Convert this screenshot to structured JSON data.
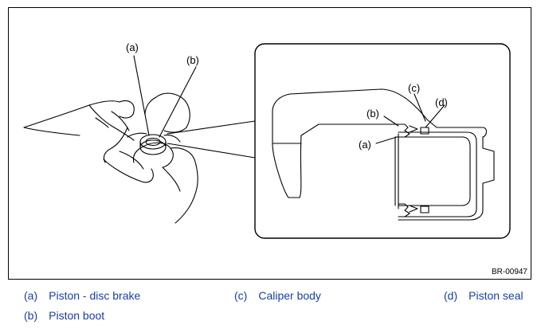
{
  "figure": {
    "id": "BR-00947",
    "callouts": {
      "hand_a": "(a)",
      "hand_b": "(b)",
      "detail_a": "(a)",
      "detail_b": "(b)",
      "detail_c": "(c)",
      "detail_d": "(d)"
    }
  },
  "legend": [
    {
      "key": "(a)",
      "label": "Piston - disc brake"
    },
    {
      "key": "(c)",
      "label": "Caliper body"
    },
    {
      "key": "(d)",
      "label": "Piston seal"
    },
    {
      "key": "(b)",
      "label": "Piston boot"
    }
  ]
}
